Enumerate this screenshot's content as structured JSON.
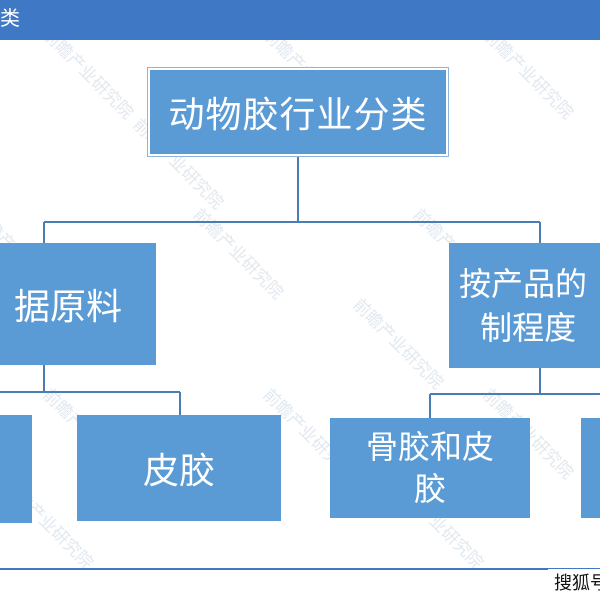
{
  "header": {
    "title": "类"
  },
  "diagram": {
    "root": "动物胶行业分类",
    "left_branch": "据原料",
    "left_right_child": "皮胶",
    "right_branch": "按产品的\n 制程度",
    "right_left_child": "骨胶和皮\n胶"
  },
  "watermark": {
    "text": "前瞻产业研究院"
  },
  "footer": {
    "source": "搜狐号"
  },
  "colors": {
    "header": "#3f78c4",
    "node": "#5b9bd5",
    "connector": "#4a7db5"
  }
}
